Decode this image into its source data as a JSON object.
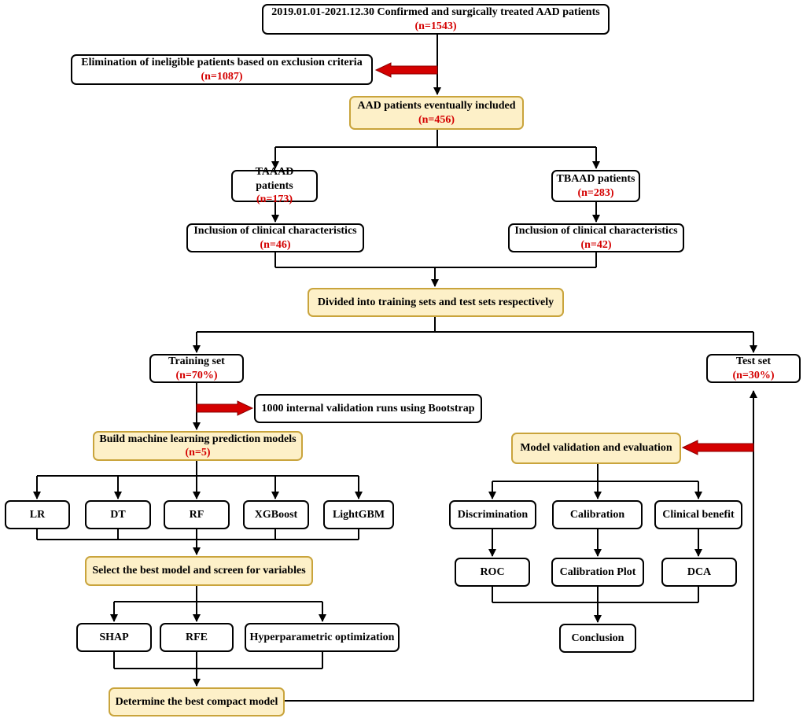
{
  "nodes": {
    "confirmed": {
      "label": "2019.01.01-2021.12.30  Confirmed and surgically treated AAD patients",
      "count": "(n=1543)"
    },
    "eliminated": {
      "label": "Elimination of ineligible patients based on exclusion criteria",
      "count": "(n=1087)"
    },
    "included": {
      "label": "AAD patients eventually included",
      "count": "(n=456)"
    },
    "taaad": {
      "label": "TAAAD patients",
      "count": "(n=173)"
    },
    "tbaad": {
      "label": "TBAAD patients",
      "count": "(n=283)"
    },
    "clin_a": {
      "label": "Inclusion of clinical characteristics",
      "count": "(n=46)"
    },
    "clin_b": {
      "label": "Inclusion of clinical characteristics",
      "count": "(n=42)"
    },
    "divided": {
      "label": "Divided into training sets and test sets respectively"
    },
    "training": {
      "label": "Training set",
      "count": "(n=70%)"
    },
    "test": {
      "label": "Test set",
      "count": "(n=30%)"
    },
    "bootstrap": {
      "label": "1000 internal validation runs using Bootstrap"
    },
    "build": {
      "label": "Build machine learning prediction models",
      "count": "(n=5)"
    },
    "lr": {
      "label": "LR"
    },
    "dt": {
      "label": "DT"
    },
    "rf": {
      "label": "RF"
    },
    "xgboost": {
      "label": "XGBoost"
    },
    "lightgbm": {
      "label": "LightGBM"
    },
    "select": {
      "label": "Select the best model and screen for variables"
    },
    "shap": {
      "label": "SHAP"
    },
    "rfe": {
      "label": "RFE"
    },
    "hyper": {
      "label": "Hyperparametric optimization"
    },
    "compact": {
      "label": "Determine the best compact model"
    },
    "validation": {
      "label": "Model validation and evaluation"
    },
    "discrimination": {
      "label": "Discrimination"
    },
    "calibration": {
      "label": "Calibration"
    },
    "benefit": {
      "label": "Clinical benefit"
    },
    "roc": {
      "label": "ROC"
    },
    "calplot": {
      "label": "Calibration Plot"
    },
    "dca": {
      "label": "DCA"
    },
    "conclusion": {
      "label": "Conclusion"
    }
  },
  "colors": {
    "line": "#000000",
    "count_text": "#d40000",
    "highlight_fill": "#fdf0c8",
    "highlight_border": "#c9a43c",
    "red_arrow": "#d40000"
  }
}
